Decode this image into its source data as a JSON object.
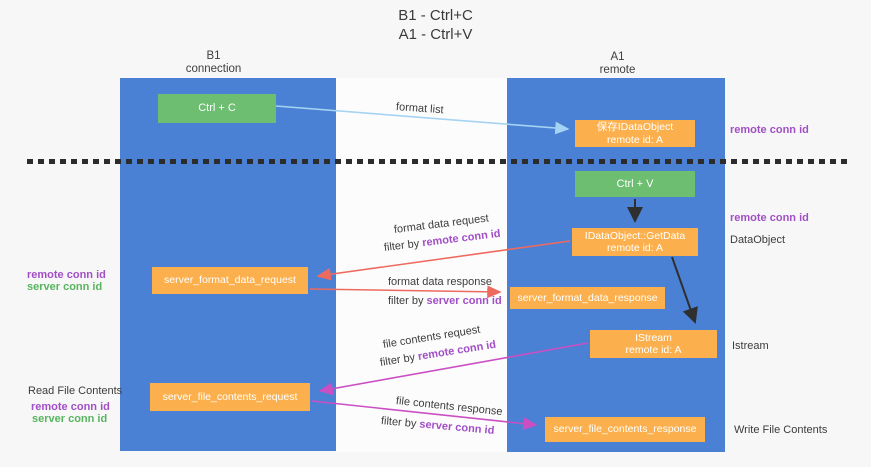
{
  "title": {
    "line1": "B1 - Ctrl+C",
    "line2": "A1 - Ctrl+V"
  },
  "columns": {
    "left": {
      "name": "B1",
      "subtitle": "connection"
    },
    "right": {
      "name": "A1",
      "subtitle": "remote"
    }
  },
  "nodes": {
    "ctrl_c": "Ctrl + C",
    "ctrl_v": "Ctrl + V",
    "save_dataobject_line1": "保存IDataObject",
    "save_dataobject_line2": "remote id: A",
    "getdata_line1": "IDataObject::GetData",
    "getdata_line2": "remote id: A",
    "istream_line1": "IStream",
    "istream_line2": "remote id: A",
    "server_format_data_request": "server_format_data_request",
    "server_format_data_response": "server_format_data_response",
    "server_file_contents_request": "server_file_contents_request",
    "server_file_contents_response": "server_file_contents_response"
  },
  "side_labels": {
    "right_remote_conn_id_1": "remote conn id",
    "right_remote_conn_id_2": "remote conn id",
    "right_dataobject": "DataObject",
    "right_istream": "Istream",
    "right_write_file_contents": "Write File Contents",
    "left_remote_conn_id_1": "remote conn id",
    "left_server_conn_id_1": "server conn id",
    "left_read_file_contents": "Read File Contents",
    "left_remote_conn_id_2": "remote conn id",
    "left_server_conn_id_2": "server conn id"
  },
  "arrow_labels": {
    "format_list": "format list",
    "format_data_request": "format data request",
    "filter1_prefix": "filter by ",
    "filter1_id": "remote conn id",
    "format_data_response": "format data response",
    "filter2_prefix": "filter by ",
    "filter2_id": "server conn id",
    "file_contents_request": "file contents request",
    "filter3_prefix": "filter by ",
    "filter3_id": "remote conn id",
    "file_contents_response": "file contents response",
    "filter4_prefix": "filter by ",
    "filter4_id": "server conn id"
  },
  "colors": {
    "column_blue": "#4a81d5",
    "node_green": "#6dbe71",
    "node_orange": "#fbb04d",
    "arrow_light_blue": "#a5d3f3",
    "arrow_red": "#ee6a5f",
    "arrow_magenta": "#cb4fc3",
    "arrow_black": "#2f2f2f",
    "text_purple": "#a24fc6",
    "text_green": "#57b55e",
    "background": "#f7f7f8"
  }
}
